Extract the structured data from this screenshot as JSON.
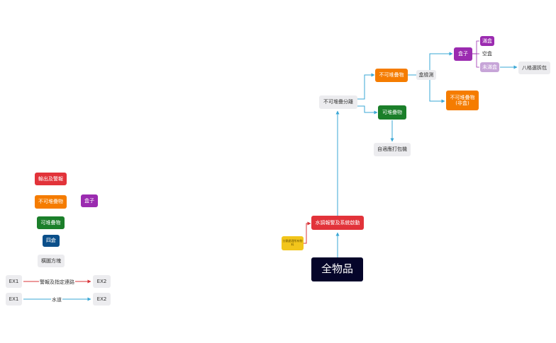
{
  "diagram": {
    "nodes": {
      "all_items": "全物品",
      "water_warning_system": "水調報警及系統啟動",
      "sort_note": "分類處理所有物料",
      "non_stackable_sort": "不可堆疊分離",
      "non_stackable": "不可堆疊物",
      "stackable": "可堆疊物",
      "auto_pack": "自適應打包機",
      "box_detect": "盒檢測",
      "box": "盒子",
      "non_stackable_non_box": "不可堆疊物\n(非盒)",
      "full_box": "滿盒",
      "empty_box": "空盒",
      "not_full_box": "未滿盒",
      "bag_unpack": "八格選拆包"
    },
    "legend": {
      "item_1": "輸出及警報",
      "item_2": "不可堆疊物",
      "item_3": "盒子",
      "item_4": "可堆疊物",
      "item_5": "四倉",
      "item_6": "橫圖方塊",
      "red_line": {
        "from": "EX1",
        "label": "警報及指定連路",
        "to": "EX2"
      },
      "blue_line": {
        "from": "EX1",
        "label": "水道",
        "to": "EX2"
      }
    },
    "colors": {
      "red": "#e2333a",
      "orange": "#f57c00",
      "green": "#1b7f2a",
      "blue": "#0b4f8a",
      "purple": "#9b2bb0",
      "lilac": "#c7a5d8",
      "yellow": "#f2c51b",
      "navy": "#05052a",
      "gray": "#ececef",
      "water_line": "#3aa7d6",
      "alarm_line": "#d8343a"
    }
  }
}
